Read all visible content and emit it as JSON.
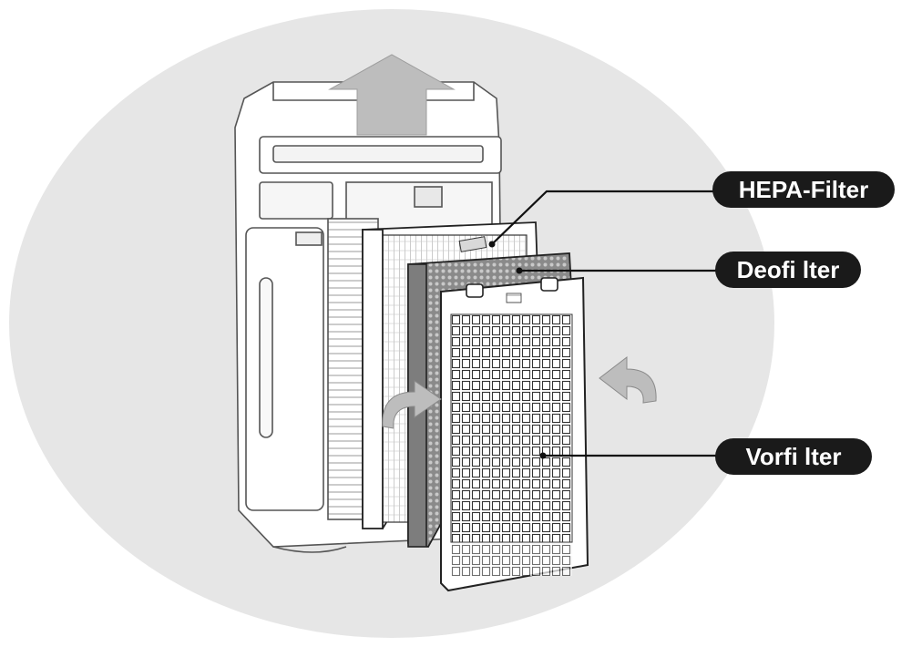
{
  "labels": {
    "hepa": "HEPA-Filter",
    "deo": "Deofi lter",
    "vor": "Vorfi lter"
  },
  "colors": {
    "background_ellipse": "#e6e6e6",
    "label_bg": "#1a1a1a",
    "label_text": "#ffffff",
    "arrow_fill": "#bdbdbd",
    "deo_filter_fill": "#8a8a8a",
    "outline": "#222222"
  },
  "icons": {
    "airflow_up": "arrow-up-icon",
    "insert_left": "curved-arrow-right-icon",
    "insert_right": "curved-arrow-left-icon"
  }
}
